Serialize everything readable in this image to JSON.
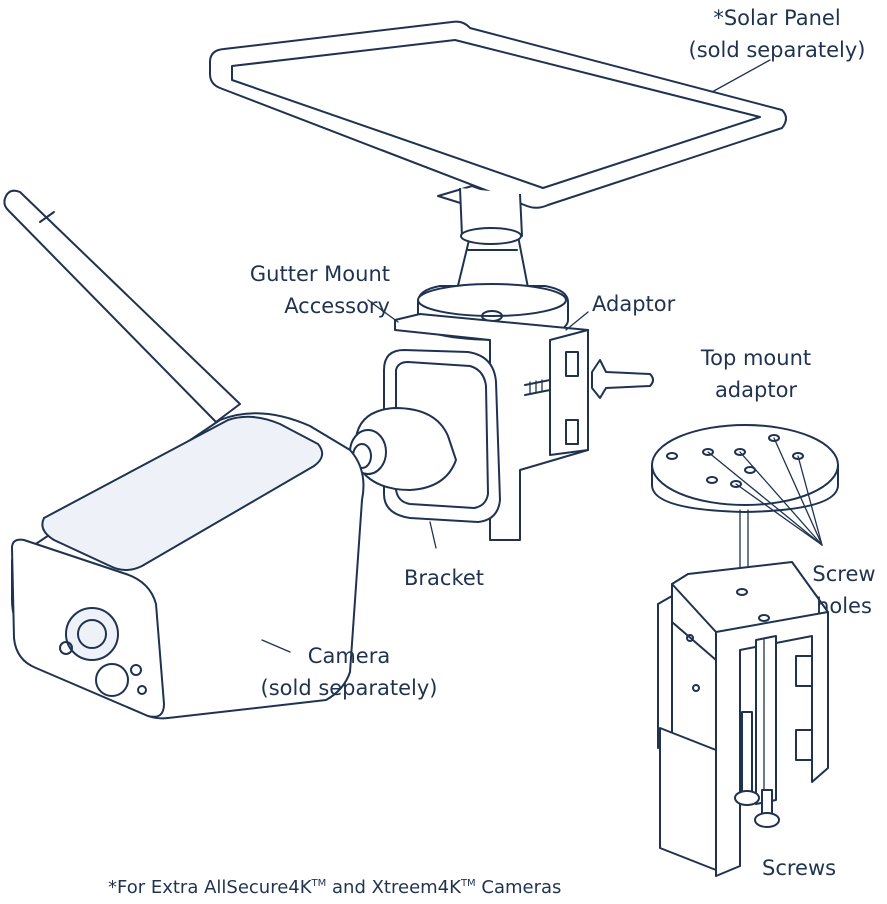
{
  "labels": {
    "solar_panel_line1": "*Solar Panel",
    "solar_panel_line2": "(sold separately)",
    "gutter_mount_line1": "Gutter Mount",
    "gutter_mount_line2": "Accessory",
    "adaptor": "Adaptor",
    "top_mount_line1": "Top mount",
    "top_mount_line2": "adaptor",
    "screw_holes_line1": "Screw",
    "screw_holes_line2": "holes",
    "bracket": "Bracket",
    "camera_line1": "Camera",
    "camera_line2": "(sold separately)",
    "screws": "Screws"
  },
  "footnote": {
    "prefix": "*For Extra AllSecure4K",
    "tm1": "TM",
    "middle": " and Xtreem4K",
    "tm2": "TM",
    "suffix": " Cameras"
  },
  "colors": {
    "ink": "#1f3350",
    "background": "#ffffff"
  }
}
